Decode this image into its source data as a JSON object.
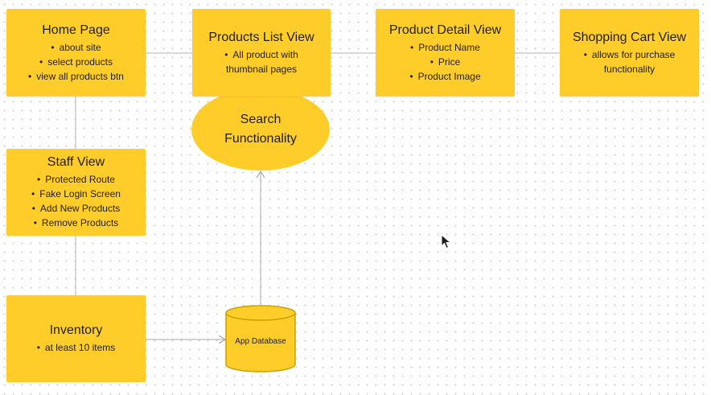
{
  "cards": {
    "home": {
      "title": "Home Page",
      "bullets": [
        "about site",
        "select products",
        "view all products btn"
      ]
    },
    "products_list": {
      "title": "Products List View",
      "bullet_line1": "All product with",
      "bullet_line2": "thumbnail pages"
    },
    "product_detail": {
      "title": "Product Detail View",
      "bullets": [
        "Product Name",
        "Price",
        "Product Image"
      ]
    },
    "shopping_cart": {
      "title": "Shopping Cart View",
      "bullet_line1": "allows for purchase",
      "bullet_line2": "functionality"
    },
    "staff": {
      "title": "Staff View",
      "bullets": [
        "Protected Route",
        "Fake Login Screen",
        "Add New Products",
        "Remove Products"
      ]
    },
    "inventory": {
      "title": "Inventory",
      "bullets": [
        "at least 10 items"
      ]
    }
  },
  "search": {
    "line1": "Search",
    "line2": "Functionality"
  },
  "database": {
    "label": "App Database"
  },
  "colors": {
    "card_fill": "#ffcd29",
    "connector": "#b3b3b3",
    "db_stroke": "#c9a200",
    "text": "#1e1e1e"
  },
  "icons": {
    "cursor": "mouse-pointer-icon"
  }
}
